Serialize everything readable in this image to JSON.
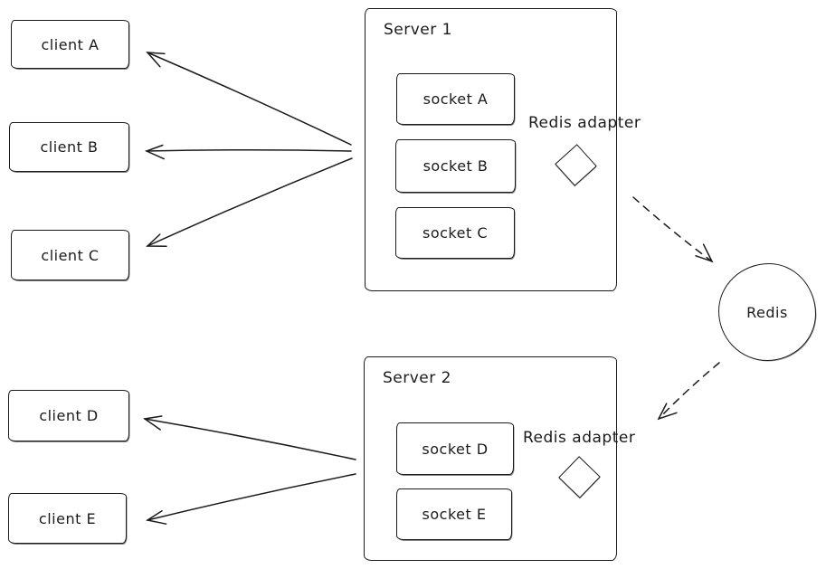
{
  "diagram": {
    "clients": [
      {
        "label": "client A"
      },
      {
        "label": "client B"
      },
      {
        "label": "client C"
      },
      {
        "label": "client D"
      },
      {
        "label": "client E"
      }
    ],
    "servers": [
      {
        "title": "Server 1",
        "adapter_label": "Redis adapter",
        "sockets": [
          {
            "label": "socket A"
          },
          {
            "label": "socket B"
          },
          {
            "label": "socket C"
          }
        ]
      },
      {
        "title": "Server 2",
        "adapter_label": "Redis adapter",
        "sockets": [
          {
            "label": "socket D"
          },
          {
            "label": "socket E"
          }
        ]
      }
    ],
    "redis": {
      "label": "Redis"
    },
    "colors": {
      "stroke": "#1b1b1b",
      "background": "#ffffff"
    }
  }
}
